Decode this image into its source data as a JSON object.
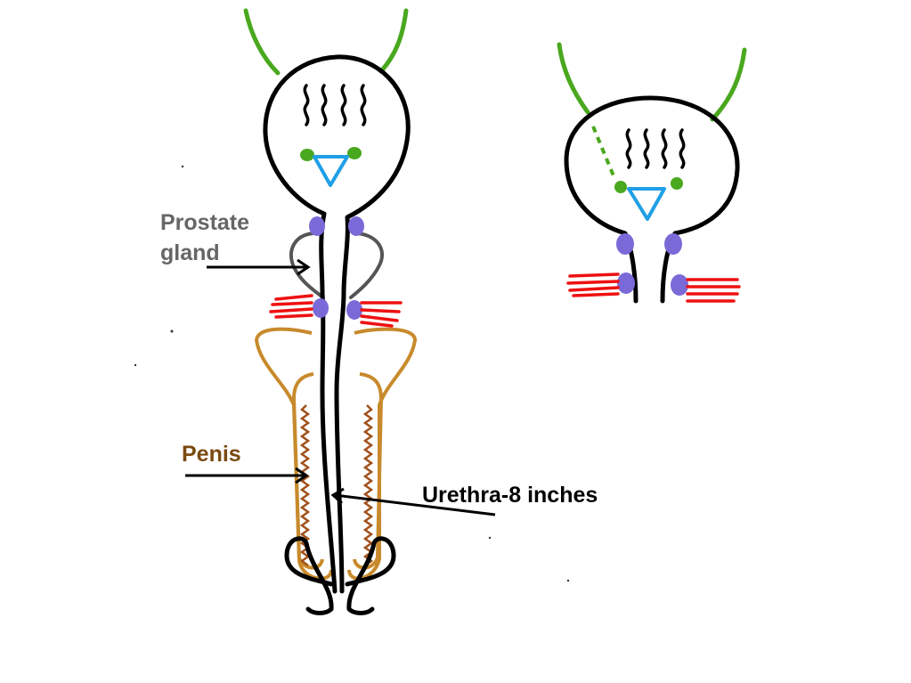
{
  "labels": {
    "prostate": [
      "Prostate",
      "gland"
    ],
    "penis": "Penis",
    "urethra": "Urethra-8 inches"
  },
  "colors": {
    "outline": "#000000",
    "ureter": "#4aa81e",
    "trigone": "#1f9fe6",
    "sphincter": "#7a6ad8",
    "prostate": "#555555",
    "muscle": "#ee1111",
    "penis_tissue": "#c88a2c",
    "penis_erectile": "#a0521c",
    "prostate_text": "#666666",
    "penis_text": "#7a4a10"
  }
}
